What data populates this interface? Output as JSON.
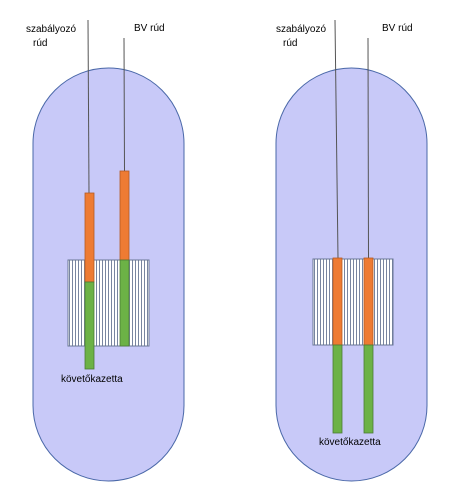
{
  "colors": {
    "vessel_fill": "#c8c9f8",
    "vessel_stroke": "#4a68a8",
    "rod_line": "#555555",
    "control_rod_absorber": "#ee7b33",
    "follower_fuel": "#6cb246",
    "follower_stroke": "#4c7a35",
    "absorber_stroke": "#b55a22",
    "core_fill": "#ffffff",
    "core_stripe": "#6a7896",
    "core_stroke": "#6a7896"
  },
  "left_panel": {
    "label_control_rod_line1": "szabályozó",
    "label_control_rod_line2": "rúd",
    "label_bv_rod": "BV rúd",
    "label_follower": "követőkazetta"
  },
  "right_panel": {
    "label_control_rod_line1": "szabályozó",
    "label_control_rod_line2": "rúd",
    "label_bv_rod": "BV rúd",
    "label_follower": "követőkazetta"
  }
}
